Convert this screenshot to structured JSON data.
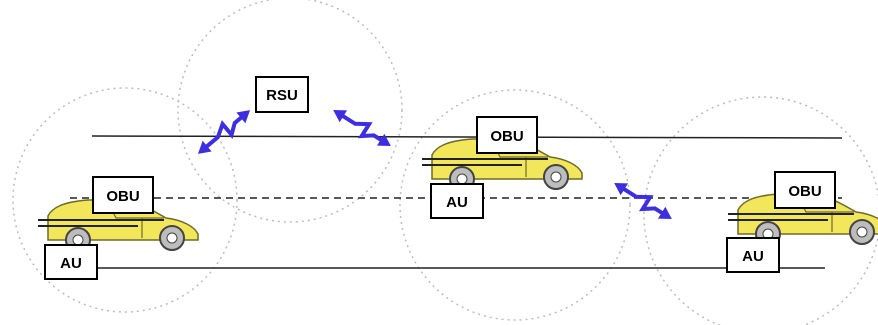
{
  "labels": {
    "rsu": "RSU",
    "obu": "OBU",
    "au": "AU"
  },
  "colors": {
    "car_body": "#f2e65a",
    "car_outline": "#6e6a2a",
    "wireless_link": "#3d2fe0",
    "coverage_circle": "#bdbdbd",
    "road_line": "#222222"
  },
  "icons": {
    "wireless_link": "lightning-bolt-arrow",
    "vehicle": "car"
  }
}
